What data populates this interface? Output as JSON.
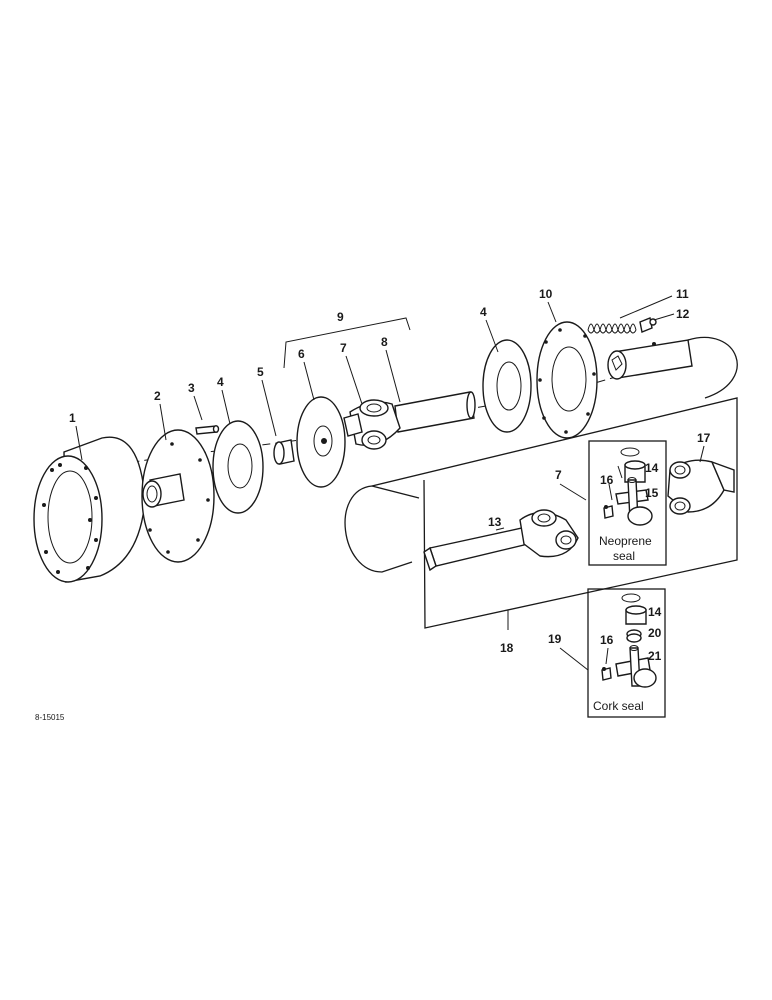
{
  "callouts": {
    "c1": "1",
    "c2": "2",
    "c3": "3",
    "c4a": "4",
    "c5": "5",
    "c6": "6",
    "c7a": "7",
    "c8": "8",
    "c9": "9",
    "c4b": "4",
    "c10": "10",
    "c11": "11",
    "c12": "12",
    "c7b": "7",
    "c13": "13",
    "c14a": "14",
    "c15": "15",
    "c16a": "16",
    "c17": "17",
    "c18": "18",
    "c19": "19",
    "c14b": "14",
    "c20": "20",
    "c21": "21",
    "c16b": "16"
  },
  "boxes": {
    "neoprene_line1": "Neoprene",
    "neoprene_line2": "seal",
    "cork": "Cork seal"
  },
  "reference_code": "8-15015"
}
